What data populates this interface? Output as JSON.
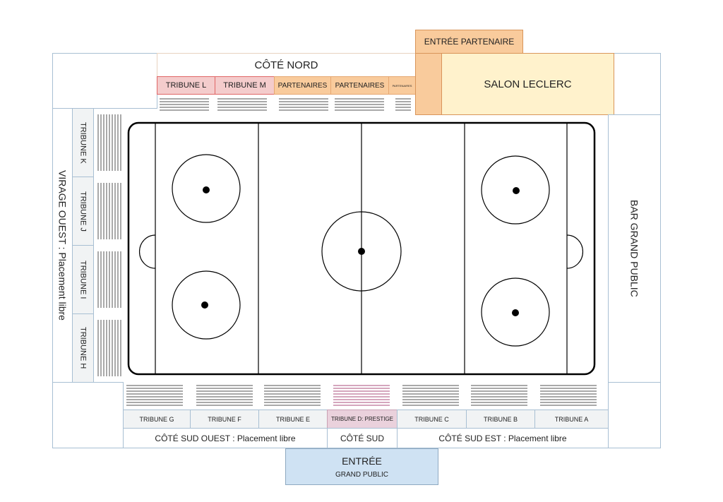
{
  "north": {
    "title": "CÔTÉ NORD",
    "tribunes": [
      "TRIBUNE L",
      "TRIBUNE M",
      "PARTENAIRES",
      "PARTENAIRES",
      "PARTENAIRES"
    ]
  },
  "entree_partenaire": "ENTRÉE PARTENAIRE",
  "salon": "SALON LECLERC",
  "bar": "BAR GRAND PUBLIC",
  "virage_ouest": "VIRAGE OUEST : Placement libre",
  "west_tribunes": [
    "TRIBUNE K",
    "TRIBUNE J",
    "TRIBUNE I",
    "TRIBUNE H"
  ],
  "south_tribunes": [
    "TRIBUNE G",
    "TRIBUNE F",
    "TRIBUNE E",
    "TRIBUNE D: PRESTIGE",
    "TRIBUNE C",
    "TRIBUNE B",
    "TRIBUNE A"
  ],
  "south": {
    "sud_ouest": "CÔTÉ SUD OUEST : Placement libre",
    "sud": "CÔTÉ SUD",
    "sud_est": "CÔTÉ SUD EST : Placement libre"
  },
  "entree": {
    "title": "ENTRÉE",
    "subtitle": "GRAND PUBLIC"
  },
  "colors": {
    "tribune_pink": "#f4cccc",
    "partner_orange": "#f9cb9c",
    "salon": "#fff2cc",
    "entree_blue": "#cfe2f3",
    "prestige": "#ead1dc"
  }
}
